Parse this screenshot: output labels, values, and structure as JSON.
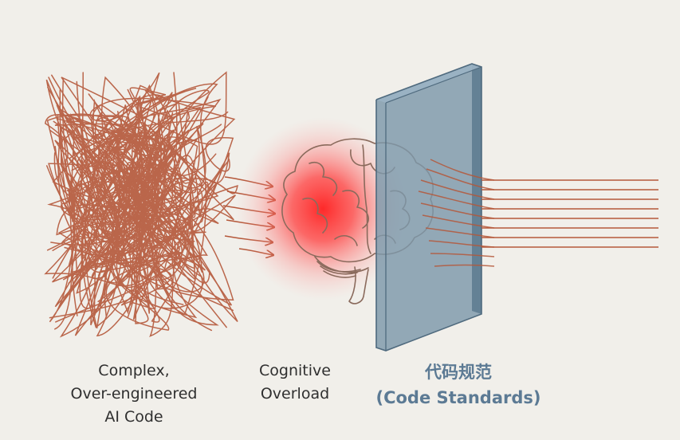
{
  "captions": {
    "left": [
      "Complex,",
      "Over-engineered",
      "AI Code"
    ],
    "middle": [
      "Cognitive",
      "Overload"
    ],
    "right": [
      "代码规范",
      "(Code Standards)"
    ]
  },
  "colors": {
    "background": "#f1efea",
    "tangled_lines": "#b5583a",
    "brain_outline": "#8a6a5c",
    "overload_glow": "#ff2a2a",
    "panel_fill": "#7d98ab",
    "panel_edge": "#4f6a7e",
    "standards_text": "#5c7a94"
  }
}
